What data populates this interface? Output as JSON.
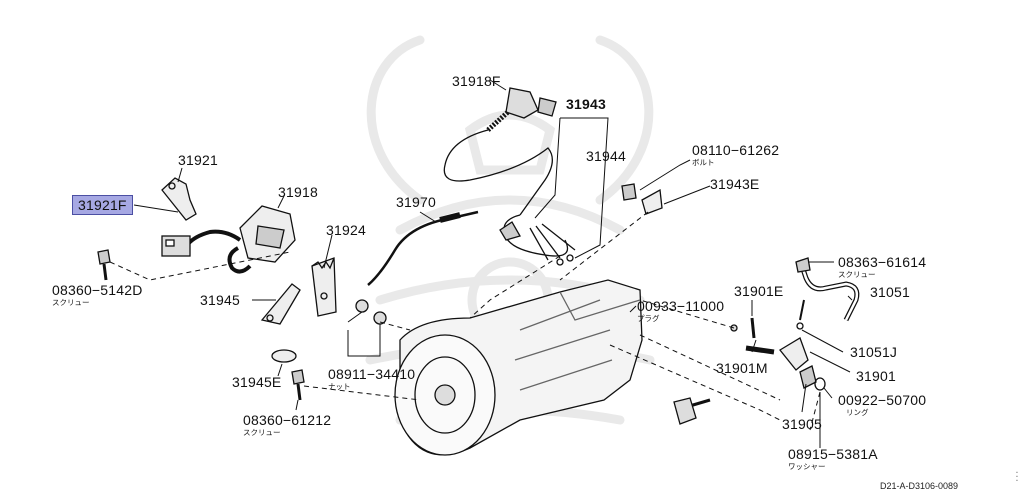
{
  "diagram": {
    "selected_part": "31921F",
    "diagram_id": "D21-A-D3106-0089",
    "watermark_icon": "samurai-helmet-watermark",
    "highlight_color": "#a6a8e3",
    "menu_icon": "vertical-dots-icon"
  },
  "labels": {
    "p31918F": "31918F",
    "p31943": "31943",
    "p31944": "31944",
    "p08110_61262": "08110−61262",
    "p08110_sub": "ボルト",
    "p31943E": "31943E",
    "p31921": "31921",
    "p31921F": "31921F",
    "p31918": "31918",
    "p31970": "31970",
    "p31924": "31924",
    "p08360_5142D": "08360−5142D",
    "p08360_5142D_sub": "スクリュー",
    "p31945": "31945",
    "p31945E": "31945E",
    "p08360_61212": "08360−61212",
    "p08360_61212_sub": "スクリュー",
    "p08911_34410": "08911−34410",
    "p08911_sub": "ナット",
    "p08363_61614": "08363−61614",
    "p08363_sub": "スクリュー",
    "p31051": "31051",
    "p31901E": "31901E",
    "p00933_11000": "00933−11000",
    "p00933_sub": "プラグ",
    "p31051J": "31051J",
    "p31901M": "31901M",
    "p31901": "31901",
    "p00922_50700": "00922−50700",
    "p00922_sub": "リング",
    "p31905": "31905",
    "p08915_5381A": "08915−5381A",
    "p08915_sub": "ワッシャー"
  }
}
